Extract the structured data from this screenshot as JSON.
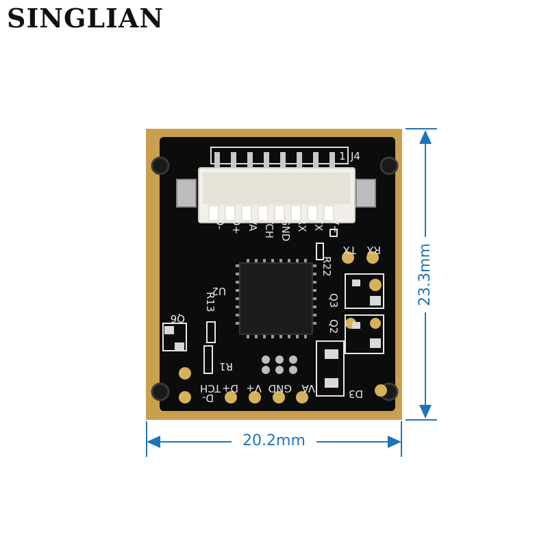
{
  "brand": "SINGLIAN",
  "dimensions": {
    "width": "20.2mm",
    "height": "23.3mm"
  },
  "silkscreen": {
    "connector": "J4",
    "connector_pin1": "1",
    "connector_pins": [
      "D-",
      "D+",
      "VA",
      "TCH",
      "GND",
      "RX",
      "TX",
      "V+"
    ],
    "tx": "TX",
    "rx": "RX",
    "r22": "R22",
    "u2": "U2",
    "r13": "R13",
    "q6": "Q6",
    "q3": "Q3",
    "q2": "Q2",
    "r1": "R1",
    "d3": "D3",
    "bottom_pins_top": [
      "TCH",
      "D+",
      "V+",
      "GND",
      "VA"
    ],
    "bottom_pin_left": "D-"
  },
  "colors": {
    "dimension": "#1f73b7",
    "pcb": "#0c0c0c",
    "gold": "#caa04e",
    "silk": "#e8e8e8"
  }
}
